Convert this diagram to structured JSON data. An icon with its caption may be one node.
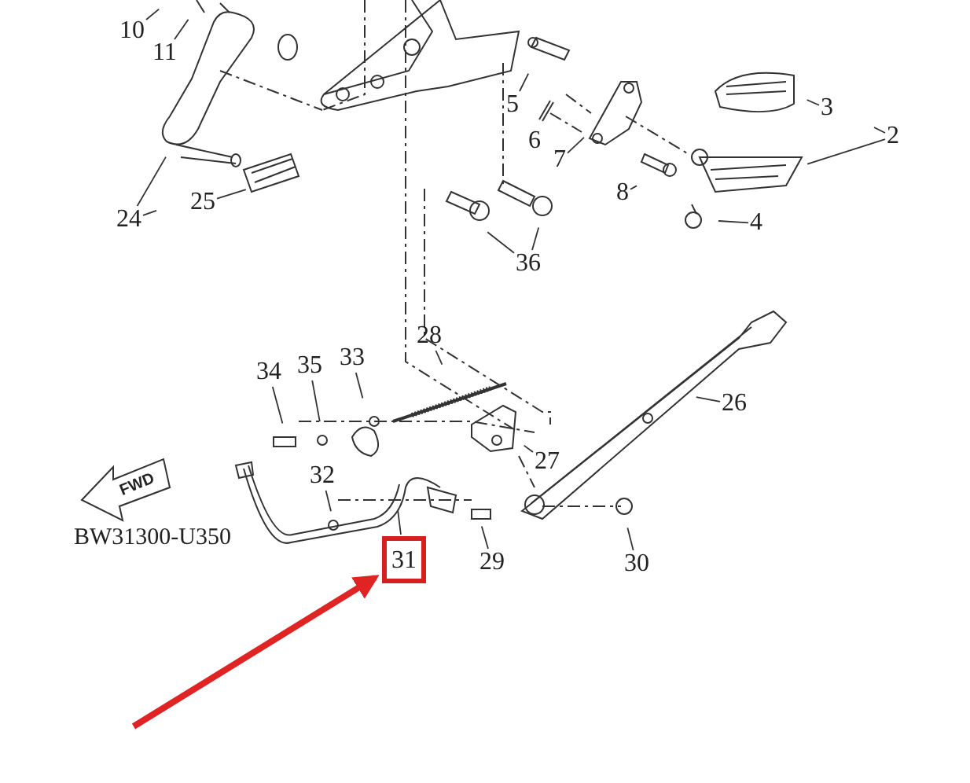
{
  "diagram": {
    "nodes": [
      {
        "text": [
          "10"
        ]
      },
      {
        "text": [
          "11"
        ]
      },
      {
        "text": [
          "5"
        ]
      },
      {
        "text": [
          "6"
        ]
      },
      {
        "text": [
          "7"
        ]
      },
      {
        "text": [
          "3"
        ]
      },
      {
        "text": [
          "2"
        ]
      },
      {
        "text": [
          "8"
        ]
      },
      {
        "text": [
          "4"
        ]
      },
      {
        "text": [
          "24"
        ]
      },
      {
        "text": [
          "25"
        ]
      },
      {
        "text": [
          "36"
        ]
      },
      {
        "text": [
          "28"
        ]
      },
      {
        "text": [
          "26"
        ]
      },
      {
        "text": [
          "34"
        ]
      },
      {
        "text": [
          "35"
        ]
      },
      {
        "text": [
          "33"
        ]
      },
      {
        "text": [
          "27"
        ]
      },
      {
        "text": [
          "32"
        ]
      },
      {
        "text": [
          "31"
        ]
      },
      {
        "text": [
          "29"
        ]
      },
      {
        "text": [
          "30"
        ]
      }
    ],
    "edges": [
      {
        "from": 0,
        "to": null,
        "arrow": "none"
      },
      {
        "from": 1,
        "to": null,
        "arrow": "none"
      },
      {
        "from": 2,
        "to": null,
        "arrow": "none"
      },
      {
        "from": 4,
        "to": null,
        "arrow": "none"
      },
      {
        "from": 5,
        "to": null,
        "arrow": "none"
      },
      {
        "from": 6,
        "to": null,
        "arrow": "none"
      },
      {
        "from": 6,
        "to": null,
        "arrow": "none"
      },
      {
        "from": 7,
        "to": null,
        "arrow": "none"
      },
      {
        "from": 8,
        "to": null,
        "arrow": "none"
      },
      {
        "from": 9,
        "to": null,
        "arrow": "none"
      },
      {
        "from": 9,
        "to": null,
        "arrow": "none"
      },
      {
        "from": 10,
        "to": null,
        "arrow": "none"
      },
      {
        "from": 11,
        "to": null,
        "arrow": "none"
      },
      {
        "from": 11,
        "to": null,
        "arrow": "none"
      },
      {
        "from": 12,
        "to": null,
        "arrow": "none"
      },
      {
        "from": 13,
        "to": null,
        "arrow": "none"
      },
      {
        "from": 14,
        "to": null,
        "arrow": "none"
      },
      {
        "from": 15,
        "to": null,
        "arrow": "none"
      },
      {
        "from": 16,
        "to": null,
        "arrow": "none"
      },
      {
        "from": 17,
        "to": null,
        "arrow": "none"
      },
      {
        "from": 18,
        "to": null,
        "arrow": "none"
      },
      {
        "from": 19,
        "to": null,
        "arrow": "none"
      },
      {
        "from": 20,
        "to": null,
        "arrow": "none"
      },
      {
        "from": 21,
        "to": null,
        "arrow": "none"
      },
      {
        "from": null,
        "to": 19,
        "arrow": "to",
        "style": "thick",
        "color": "#e02424"
      }
    ],
    "labels": [
      "FWD",
      "BW31300-U350"
    ]
  }
}
